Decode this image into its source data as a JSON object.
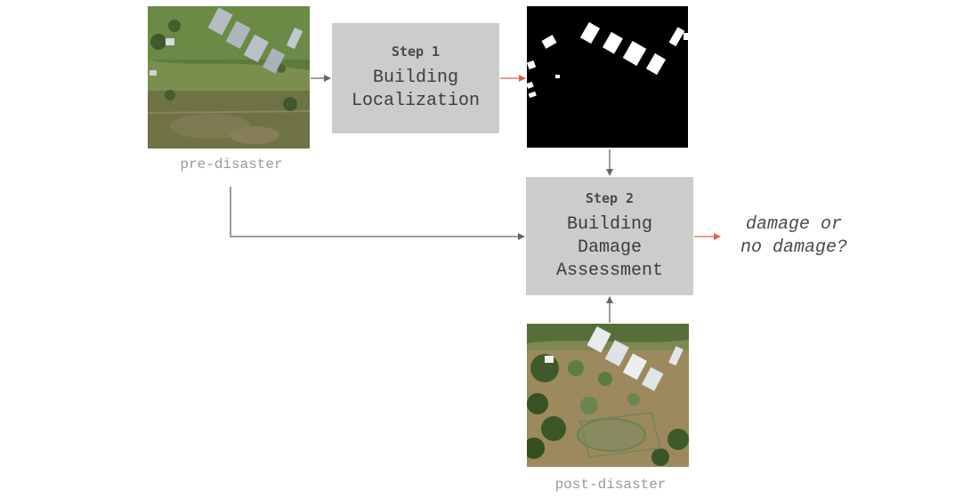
{
  "step1": {
    "title": "Step 1",
    "line1": "Building",
    "line2": "Localization"
  },
  "step2": {
    "title": "Step 2",
    "line1": "Building",
    "line2": "Damage",
    "line3": "Assessment"
  },
  "captions": {
    "pre": "pre-disaster",
    "post": "post-disaster"
  },
  "output": {
    "line1": "damage or",
    "line2": "no damage?"
  },
  "colors": {
    "box": "#cccccc",
    "arrow_gray": "#666666",
    "arrow_red": "#e06050",
    "caption": "#999999"
  }
}
